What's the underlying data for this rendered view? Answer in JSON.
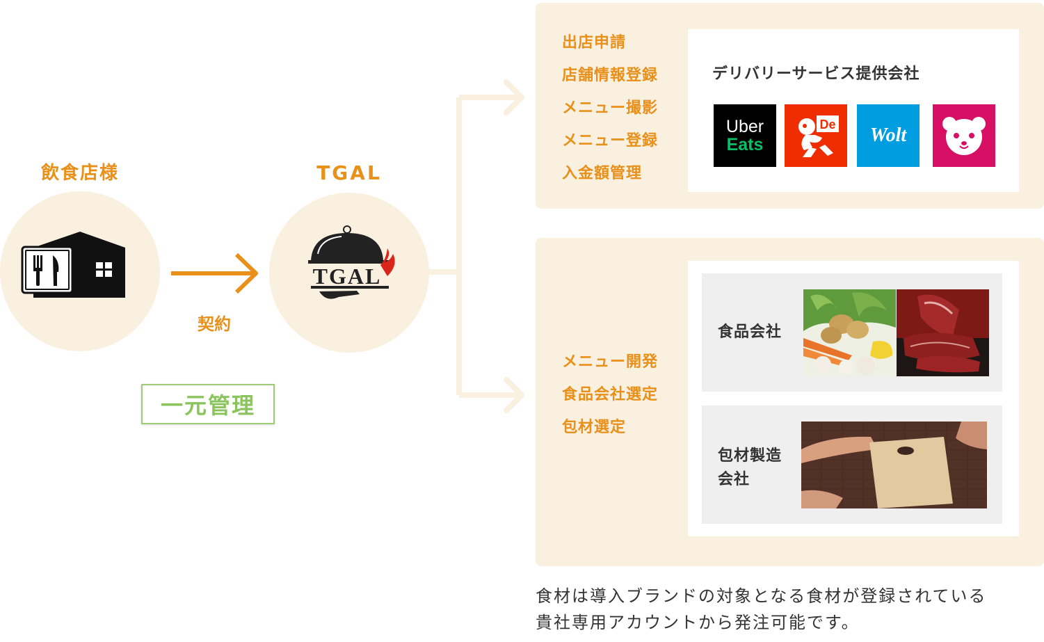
{
  "restaurant": {
    "label": "飲食店様"
  },
  "tgal": {
    "label": "TGAL",
    "logo_text": "TGAL"
  },
  "contract_label": "契約",
  "badge_label": "一元管理",
  "delivery_panel": {
    "steps": [
      "出店申請",
      "店舗情報登録",
      "メニュー撮影",
      "メニュー登録",
      "入金額管理"
    ],
    "title": "デリバリーサービス提供会社",
    "logos": [
      {
        "name": "Uber Eats",
        "line1": "Uber",
        "line2": "Eats",
        "bg": "#000000",
        "accent": "#06c167"
      },
      {
        "name": "demae-can",
        "text": "De",
        "bg": "#f02d00"
      },
      {
        "name": "Wolt",
        "text": "Wolt",
        "bg": "#009de0"
      },
      {
        "name": "foodpanda",
        "bg": "#d70f64"
      }
    ]
  },
  "supply_panel": {
    "steps": [
      "メニュー開発",
      "食品会社選定",
      "包材選定"
    ],
    "food_label": "食品会社",
    "packaging_label_line1": "包材製造",
    "packaging_label_line2": "会社"
  },
  "note": {
    "line1": "食材は導入ブランドの対象となる食材が登録されている",
    "line2": "貴社専用アカウントから発注可能です。"
  },
  "colors": {
    "orange": "#e8901a",
    "beige": "#faf0e0",
    "green": "#8bc45e"
  }
}
